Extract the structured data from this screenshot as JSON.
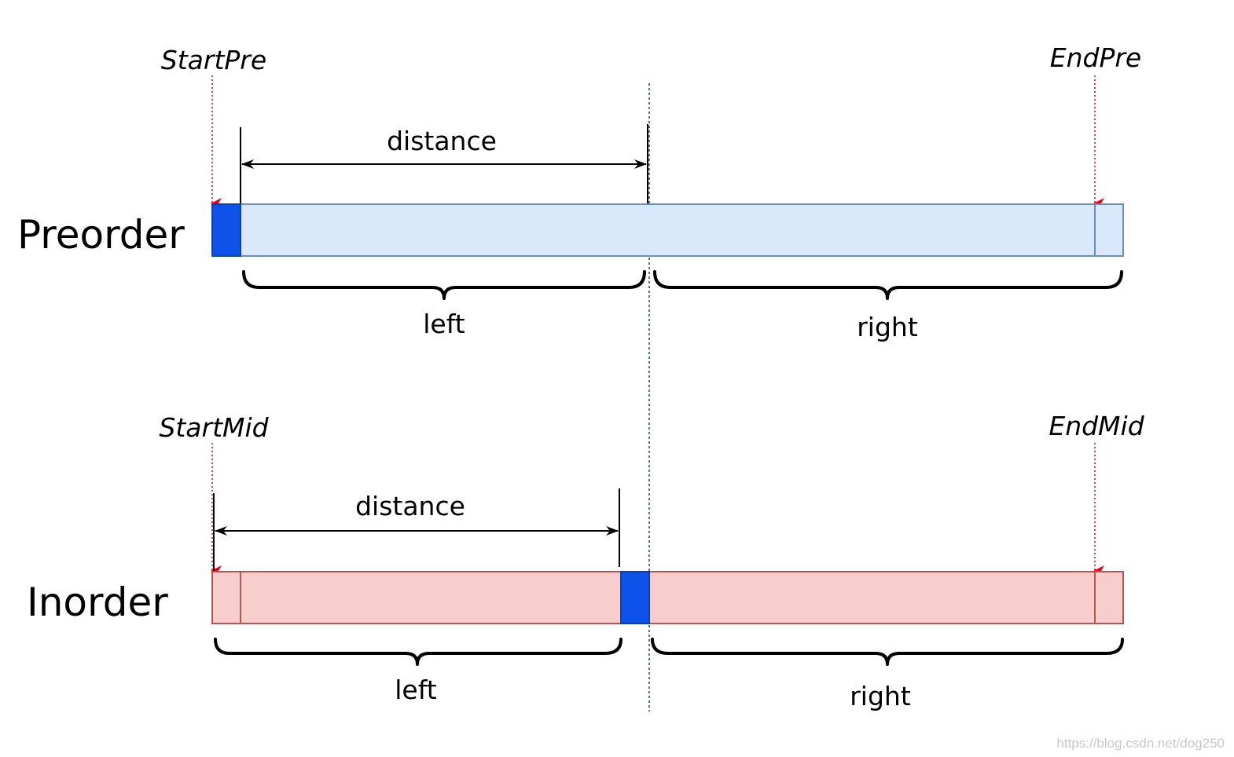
{
  "preorder": {
    "title": "Preorder",
    "start_label": "StartPre",
    "end_label": "EndPre",
    "distance_label": "distance",
    "left_label": "left",
    "right_label": "right"
  },
  "inorder": {
    "title": "Inorder",
    "start_label": "StartMid",
    "end_label": "EndMid",
    "distance_label": "distance",
    "left_label": "left",
    "right_label": "right"
  },
  "watermark": "https://blog.csdn.net/dog250",
  "colors": {
    "preorder_fill": "#dae8fc",
    "preorder_stroke": "#6c8ebf",
    "inorder_fill": "#f8cecc",
    "inorder_stroke": "#b85450",
    "root_fill": "#0f52ea",
    "pointer_arrow": "#e8001c"
  }
}
